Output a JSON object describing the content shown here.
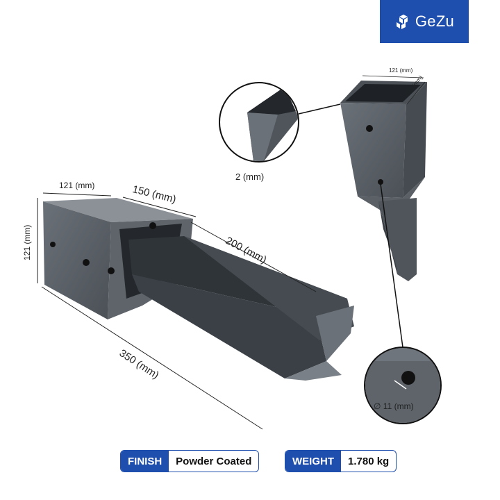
{
  "brand": {
    "name": "GeZu",
    "color": "#1f4fae",
    "icon": "cube-stack-icon"
  },
  "dimensions": {
    "top_width": "121 (mm)",
    "top_depth": "121 (mm)",
    "thickness": "2 (mm)",
    "side_width": "121 (mm)",
    "side_height": "121 (mm)",
    "socket_length": "150 (mm)",
    "spike_length": "200 (mm)",
    "total_length": "350 (mm)",
    "hole_diameter": "∅ 11 (mm)"
  },
  "specs": [
    {
      "key": "FINISH",
      "value": "Powder Coated"
    },
    {
      "key": "WEIGHT",
      "value": "1.780 kg"
    }
  ],
  "colors": {
    "steel_dark": "#3d4349",
    "steel_mid": "#5b6168",
    "steel_light": "#8a9097"
  }
}
